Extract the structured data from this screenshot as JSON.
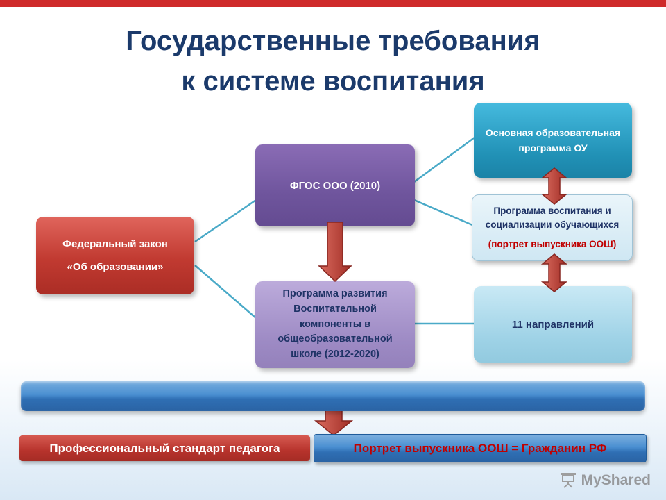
{
  "title": {
    "line1": "Государственные требования",
    "line2": "к системе воспитания"
  },
  "boxes": {
    "federal_law": {
      "line1": "Федеральный  закон",
      "line2": "«Об образовании»"
    },
    "fgos": {
      "label": "ФГОС ООО (2010)"
    },
    "oop": {
      "label": "Основная образовательная программа ОУ"
    },
    "vosp_program": {
      "main": "Программа воспитания и социализации обучающихся",
      "sub": "(портрет выпускника ООШ)"
    },
    "dev_program": {
      "label": "Программа развития Воспитательной компоненты в общеобразовательной школе (2012-2020)"
    },
    "directions": {
      "label": "11 направлений"
    }
  },
  "footer": {
    "standard": "Профессиональный стандарт педагога",
    "portrait": "Портрет  выпускника ООШ = Гражданин РФ"
  },
  "watermark": {
    "label": "MyShared"
  },
  "colors": {
    "accent_red": "#cf2a2a",
    "title_navy": "#1b3a6b",
    "connector_teal": "#4aaac8",
    "band_blue": "#2e75b6",
    "footer_text_red": "#c00000"
  }
}
